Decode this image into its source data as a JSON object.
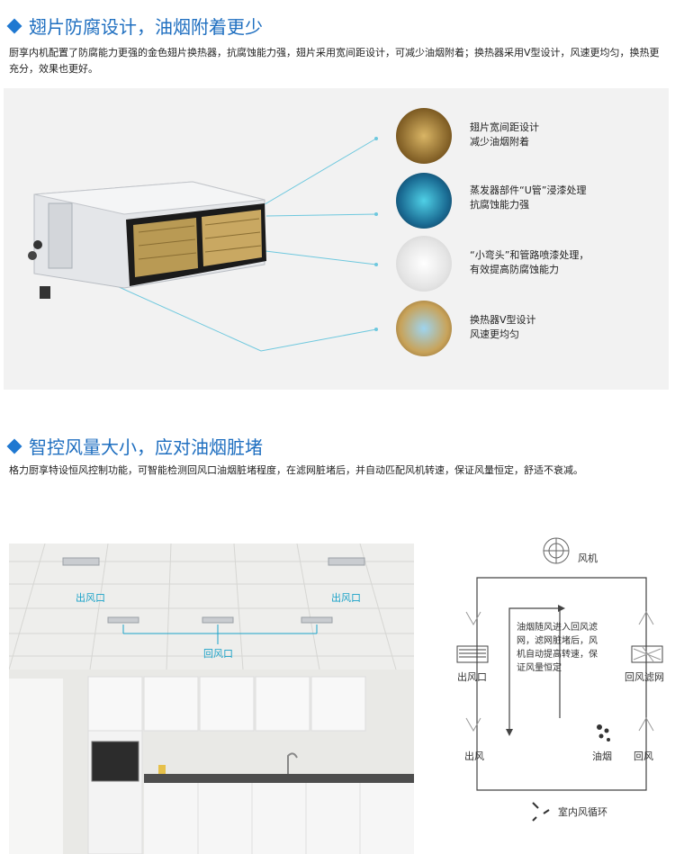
{
  "section1": {
    "title": "翅片防腐设计，油烟附着更少",
    "description": "厨享内机配置了防腐能力更强的金色翅片换热器，抗腐蚀能力强，翅片采用宽间距设计，可减少油烟附着；换热器采用V型设计，风速更均匀，换热更充分，效果也更好。",
    "features": [
      {
        "icon": "fin-spacing-image",
        "line1": "翅片宽间距设计",
        "line2": "减少油烟附着"
      },
      {
        "icon": "u-tube-image",
        "line1": "蒸发器部件“U管”浸漆处理",
        "line2": "抗腐蚀能力强"
      },
      {
        "icon": "elbow-pipe-image",
        "line1": "“小弯头”和管路喷漆处理，",
        "line2": "有效提高防腐蚀能力"
      },
      {
        "icon": "v-heat-exchanger-image",
        "line1": "换热器V型设计",
        "line2": "风速更均匀"
      }
    ]
  },
  "section2": {
    "title": "智控风量大小，应对油烟脏堵",
    "description": "格力厨享特设恒风控制功能，可智能检测回风口油烟脏堵程度，在滤网脏堵后，并自动匹配风机转速，保证风量恒定，舒适不衰减。",
    "kitchen": {
      "outlet_left": "出风口",
      "outlet_right": "出风口",
      "return": "回风口"
    },
    "diagram": {
      "fan": "风机",
      "outlet": "出风口",
      "return_filter": "回风滤网",
      "out_air": "出风",
      "smoke": "油烟",
      "return_air": "回风",
      "cycle": "室内风循环",
      "note": [
        "油烟随风进入回风滤",
        "网，滤网脏堵后，风",
        "机自动提高转速，保",
        "证风量恒定"
      ]
    }
  },
  "colors": {
    "accent": "#1f78d1",
    "cyan": "#1aa2c8"
  }
}
